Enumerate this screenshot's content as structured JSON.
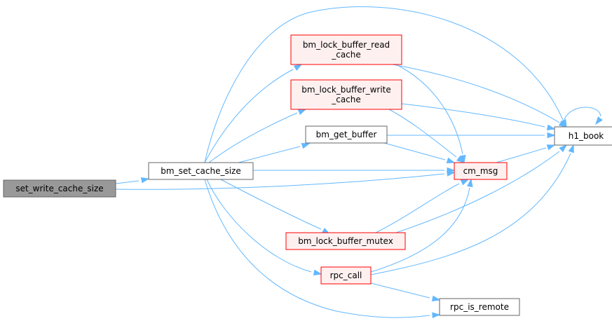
{
  "colors": {
    "edge": "#63b8ff",
    "default_fill": "#ffffff",
    "default_border": "#666666",
    "highlight_fill": "#fff0f0",
    "highlight_border": "#ff0000",
    "root_fill": "#999999",
    "root_border": "#666666"
  },
  "nodes": {
    "set_write_cache_size": {
      "lines": [
        "set_write_cache_size"
      ]
    },
    "bm_set_cache_size": {
      "lines": [
        "bm_set_cache_size"
      ]
    },
    "bm_lock_buffer_read_cache": {
      "lines": [
        "bm_lock_buffer_read",
        "_cache"
      ]
    },
    "bm_lock_buffer_write_cache": {
      "lines": [
        "bm_lock_buffer_write",
        "_cache"
      ]
    },
    "bm_get_buffer": {
      "lines": [
        "bm_get_buffer"
      ]
    },
    "cm_msg": {
      "lines": [
        "cm_msg"
      ]
    },
    "h1_book": {
      "lines": [
        "h1_book"
      ]
    },
    "bm_lock_buffer_mutex": {
      "lines": [
        "bm_lock_buffer_mutex"
      ]
    },
    "rpc_call": {
      "lines": [
        "rpc_call"
      ]
    },
    "rpc_is_remote": {
      "lines": [
        "rpc_is_remote"
      ]
    }
  }
}
